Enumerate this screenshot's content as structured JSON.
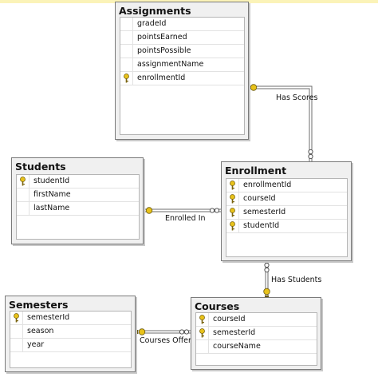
{
  "colors": {
    "table_header": "#f0f0f0",
    "border": "#7a7a7a",
    "key_icon": "#e8c21a",
    "connector": "#6e6e6e"
  },
  "tables": {
    "assignments": {
      "title": "Assignments",
      "columns": [
        {
          "name": "gradeId",
          "key": false
        },
        {
          "name": "pointsEarned",
          "key": false
        },
        {
          "name": "pointsPossible",
          "key": false
        },
        {
          "name": "assignmentName",
          "key": false
        },
        {
          "name": "enrollmentId",
          "key": true
        }
      ]
    },
    "students": {
      "title": "Students",
      "columns": [
        {
          "name": "studentId",
          "key": true
        },
        {
          "name": "firstName",
          "key": false
        },
        {
          "name": "lastName",
          "key": false
        }
      ]
    },
    "enrollment": {
      "title": "Enrollment",
      "columns": [
        {
          "name": "enrollmentId",
          "key": true
        },
        {
          "name": "courseId",
          "key": true
        },
        {
          "name": "semesterId",
          "key": true
        },
        {
          "name": "studentId",
          "key": true
        }
      ]
    },
    "semesters": {
      "title": "Semesters",
      "columns": [
        {
          "name": "semesterId",
          "key": true
        },
        {
          "name": "season",
          "key": false
        },
        {
          "name": "year",
          "key": false
        }
      ]
    },
    "courses": {
      "title": "Courses",
      "columns": [
        {
          "name": "courseId",
          "key": true
        },
        {
          "name": "semesterId",
          "key": true
        },
        {
          "name": "courseName",
          "key": false
        }
      ]
    }
  },
  "relationships": {
    "has_scores": "Has Scores",
    "enrolled_in": "Enrolled In",
    "has_students": "Has Students",
    "courses_offered": "Courses Offered"
  }
}
